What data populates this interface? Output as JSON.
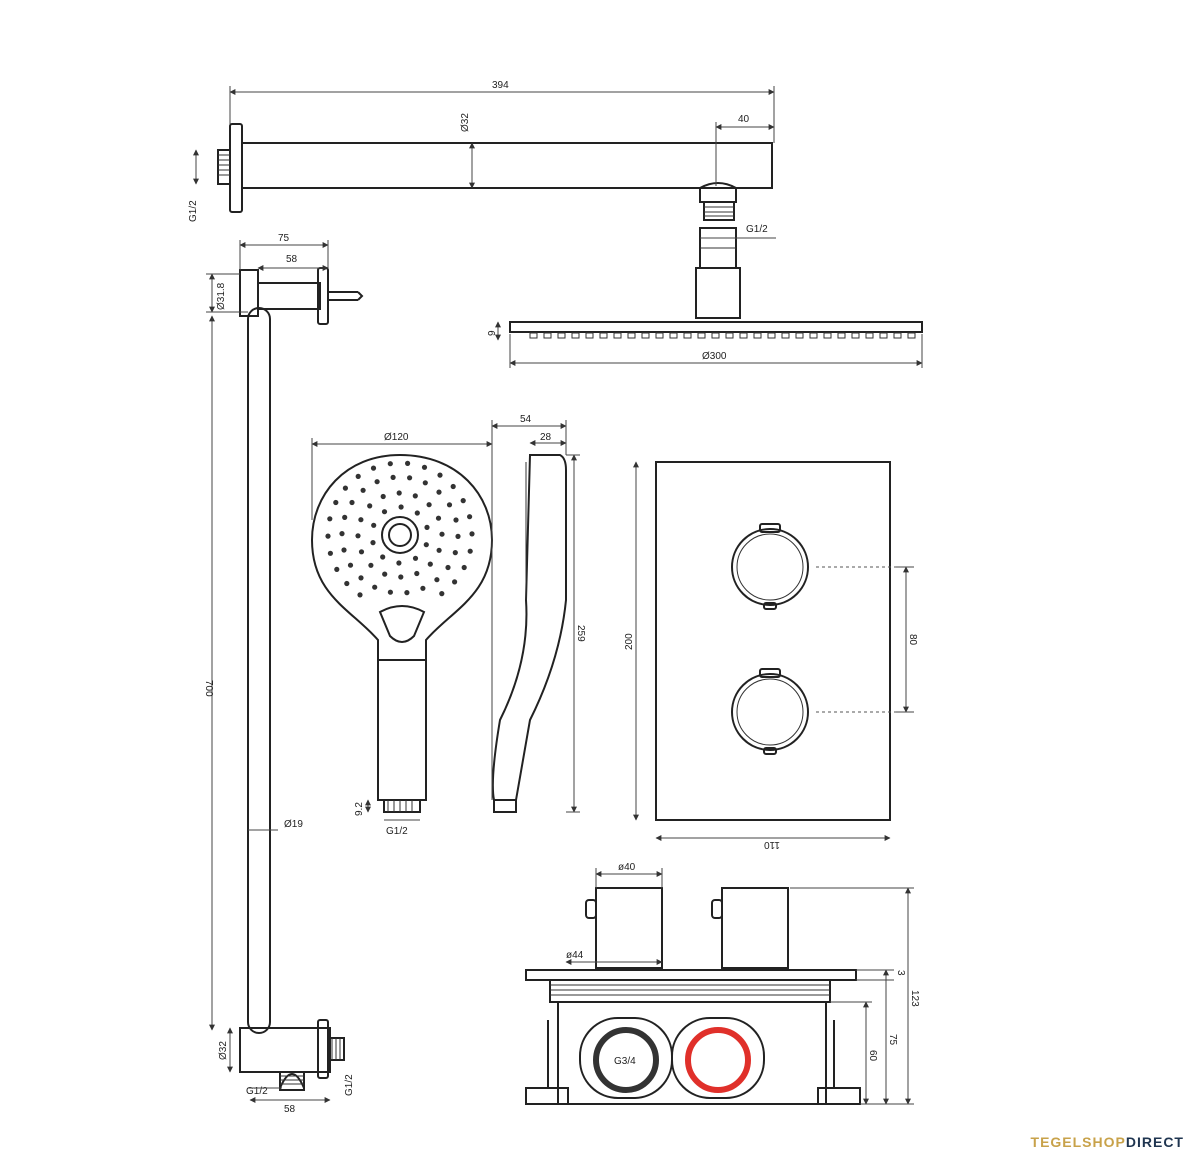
{
  "dimensions": {
    "arm_length": "394",
    "arm_diameter": "Ø32",
    "arm_offset": "40",
    "arm_thread": "G1/2",
    "head_thread": "G1/2",
    "head_height": "9",
    "head_diameter": "Ø300",
    "bracket_75": "75",
    "bracket_58": "58",
    "bracket_dia": "Ø31.8",
    "rail_length": "700",
    "rail_dia": "Ø19",
    "elbow_dia": "Ø32",
    "elbow_thread_left": "G1/2",
    "elbow_thread_right": "G1/2",
    "elbow_width": "58",
    "hand_dia": "Ø120",
    "hand_thread": "G1/2",
    "hand_tail": "9.2",
    "side_depth": "54",
    "side_depth2": "28",
    "side_length": "259",
    "plate_height": "200",
    "plate_width": "110",
    "knob_spacing": "80",
    "box_knob_dia": "ø40",
    "box_knob_base": "ø44",
    "box_port": "G3/4",
    "box_h1": "3",
    "box_h2": "123",
    "box_h3": "75",
    "box_h4": "60"
  },
  "branding": {
    "part1": "TEGELSHOP",
    "part2": "DIRECT"
  },
  "colors": {
    "line": "#222222",
    "port_red": "#e0302a",
    "brand_gold": "#c8a24a",
    "brand_navy": "#1f3550"
  }
}
